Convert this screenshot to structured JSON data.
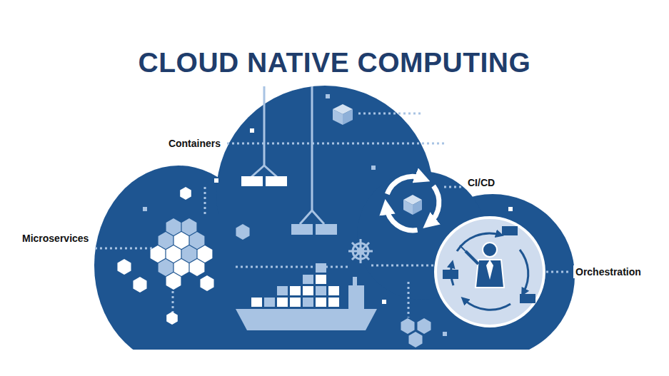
{
  "diagram": {
    "title": "CLOUD NATIVE COMPUTING",
    "labels": [
      "Containers",
      "CI/CD",
      "Microservices",
      "Orchestration"
    ]
  }
}
